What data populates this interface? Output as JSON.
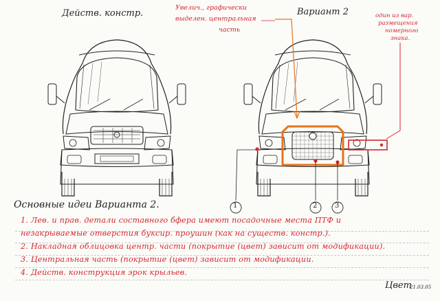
{
  "labels": {
    "left_title": "Действ. констр.",
    "right_title": "Вариант 2",
    "callout_top_line1": "Увелич., графически",
    "callout_top_line2": "выделен. центральная",
    "callout_top_line3": "часть",
    "plate_line1": "один из вар.",
    "plate_line2": "размещения",
    "plate_line3": "номерного",
    "plate_line4": "знака.",
    "section_title": "Основные идеи Варианта 2.",
    "marker_1": "1",
    "marker_2": "2",
    "marker_3": "3",
    "signature": "Цвет",
    "date": "21.03.05"
  },
  "notes": [
    "1. Лев. и прав. детали составного бфера имеют посадочные места ПТФ и",
    "незакрываемые отверстия буксир. проушин (как на существ. констр.).",
    "2. Накладная облицовка центр. части (покрытие (цвет) зависит от модификации).",
    "3. Центральная часть (покрытие (цвет) зависит от модификации.",
    "4. Действ. конструкция эрок крыльев."
  ],
  "colors": {
    "ink": "#222222",
    "red_ink": "#d4262e",
    "orange_highlight": "#e8731a",
    "paper": "#fbfbf8"
  }
}
